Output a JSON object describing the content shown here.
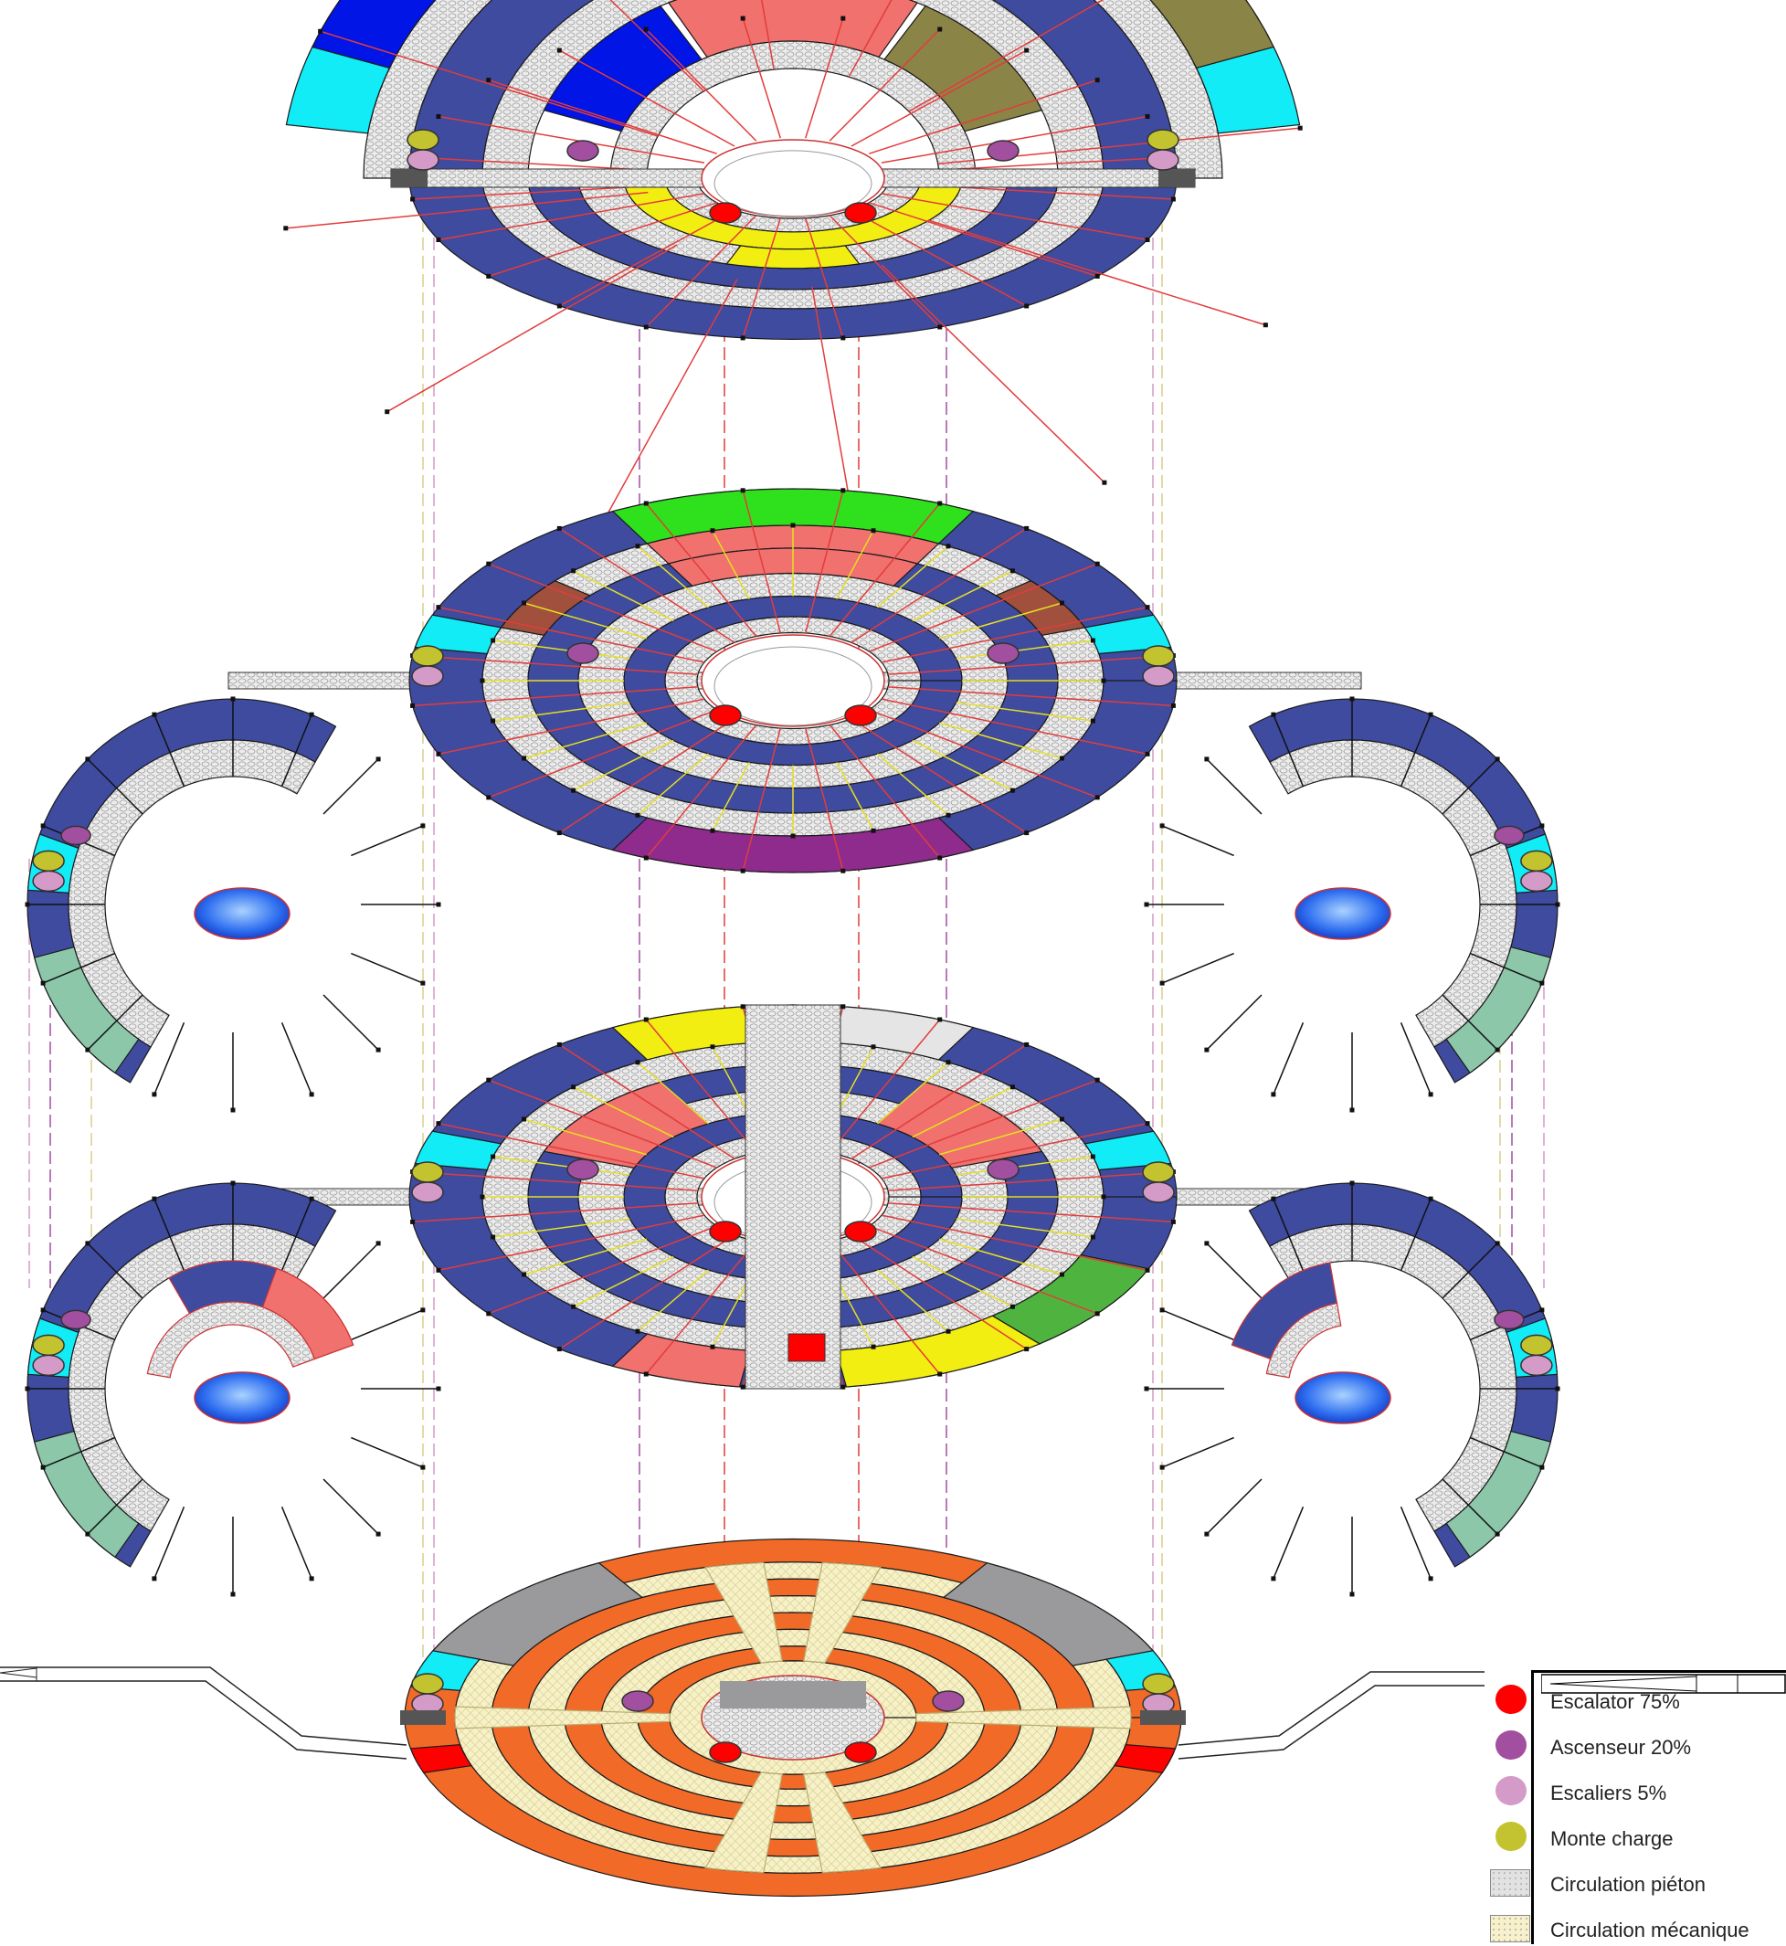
{
  "legend": {
    "items": [
      {
        "label": "Escalator 75%",
        "color": "#ff0000",
        "kind": "circle"
      },
      {
        "label": "Ascenseur 20%",
        "color": "#a24f9f",
        "kind": "circle"
      },
      {
        "label": "Escaliers 5%",
        "color": "#d49ac8",
        "kind": "circle"
      },
      {
        "label": "Monte charge",
        "color": "#c2c32e",
        "kind": "circle"
      },
      {
        "label": "Circulation piéton",
        "color": "#e2e2e2",
        "kind": "box"
      },
      {
        "label": "Circulation mécanique",
        "color": "#f7f0c8",
        "kind": "box"
      }
    ]
  },
  "colors": {
    "navy": "#3f4b9f",
    "hatch": "#e5e5e5",
    "salmon": "#f0716e",
    "green": "#2fe01d",
    "blue": "#0015e6",
    "olive": "#8b8447",
    "cyan": "#12ecf7",
    "yellow": "#f2ee12",
    "purple": "#8f2b8d",
    "brown": "#a0503d",
    "teal": "#8cc7aa",
    "dark-green": "#4fb43f",
    "orange": "#f26a28",
    "cream": "#f6f0c4",
    "gray": "#9a9a9c",
    "red": "#ff0000"
  }
}
